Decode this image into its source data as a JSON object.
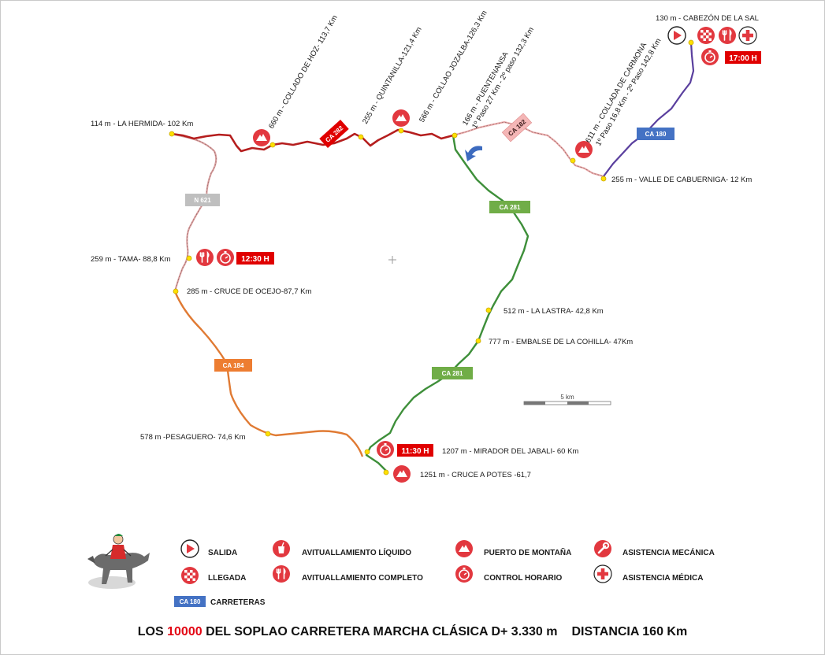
{
  "places": {
    "cabezon": "130 m - CABEZÓN DE LA SAL",
    "hermida": "114 m - LA HERMIDA- 102 Km",
    "hoz": "660 m - COLLADO DE HOZ- 113,7 Km",
    "quintanilla": "255 m - QUINTANILLA-121,4 Km",
    "jozalba": "566 m - COLLAO JOZALBA-126,3 Km",
    "puentenansa_1": "166 m - PUENTENANSA",
    "puentenansa_2": "1º Paso 27 Km - 2º paso 132,3 Km",
    "carmona_1": "611 m - COLLADA DE CARMONA",
    "carmona_2": "1º Paso 16,8 Km - 2º Paso  142,8 Km",
    "cabuerniga": "255 m - VALLE DE CABUERNIGA- 12 Km",
    "tama": "259 m - TAMA- 88,8 Km",
    "ocejo": "285 m - CRUCE DE OCEJO-87,7 Km",
    "lastra": "512 m - LA LASTRA- 42,8 Km",
    "cohilla": "777 m - EMBALSE DE LA COHILLA- 47Km",
    "pesaguero": "578 m -PESAGUERO- 74,6 Km",
    "jabali": "1207 m - MIRADOR DEL JABALI- 60 Km",
    "potes": "1251 m - CRUCE A POTES -61,7"
  },
  "times": {
    "start": "17:00 H",
    "tama": "12:30 H",
    "jabali": "11:30 H"
  },
  "roads": {
    "ca282": "CA 282",
    "ca182": "CA 182",
    "ca180": "CA 180",
    "n621": "N 621",
    "ca281_top": "CA 281",
    "ca281_bottom": "CA 281",
    "ca184": "CA 184"
  },
  "scale_label": "5 km",
  "legend": {
    "salida": "SALIDA",
    "llegada": "LLEGADA",
    "av_liquido": "AVITUALLAMIENTO LÍQUIDO",
    "av_completo": "AVITUALLAMIENTO COMPLETO",
    "puerto": "PUERTO DE MONTAÑA",
    "control": "CONTROL HORARIO",
    "mecanica": "ASISTENCIA MECÁNICA",
    "medica": "ASISTENCIA MÉDICA",
    "carreteras_badge": "CA 180",
    "carreteras": "CARRETERAS"
  },
  "title": {
    "part1": "LOS ",
    "highlight": "10000",
    "part2": " DEL SOPLAO CARRETERA MARCHA CLÁSICA D+ 3.330 m",
    "part3": "DISTANCIA 160 Km"
  },
  "colors": {
    "red_road": "#b51e1e",
    "pink_road": "#e8a9a9",
    "blue_road": "#5a3f9e",
    "green_road": "#3e8f3a",
    "orange_road": "#e07a33",
    "icon_red": "#e2383f",
    "ca180_badge": "#4472c4",
    "ca281_badge": "#70ad47",
    "ca184_badge": "#ed7d31",
    "n621_badge": "#bfbfbf",
    "ca282_badge": "#e00000",
    "ca182_badge": "#f4b6b6",
    "time_badge": "#e00000",
    "waypoint": "#ffe000"
  }
}
